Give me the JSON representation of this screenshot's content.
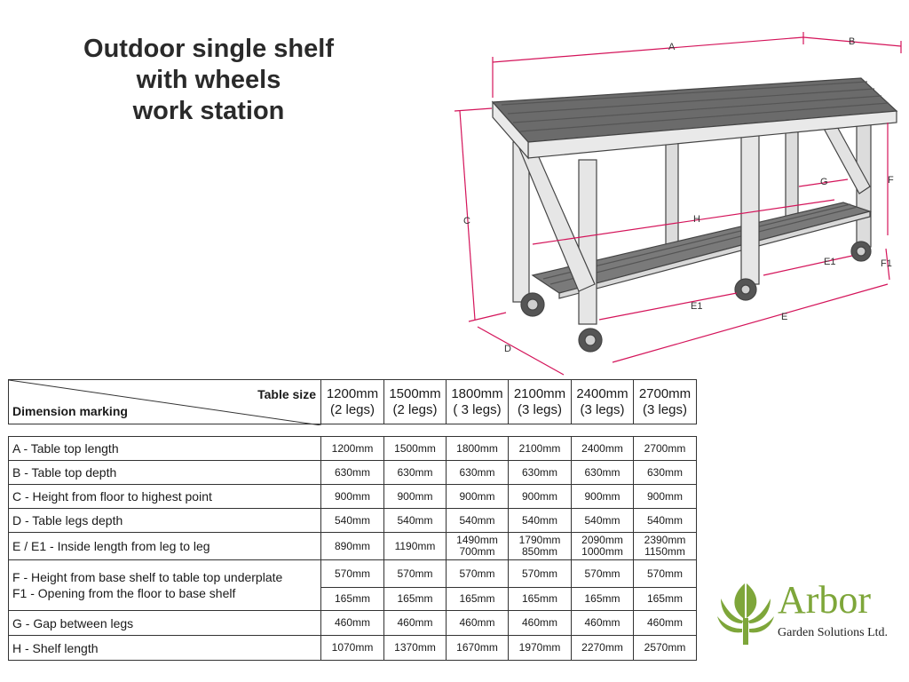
{
  "title_lines": [
    "Outdoor single shelf",
    "with wheels",
    "work station"
  ],
  "diagram_labels": {
    "a": "A",
    "b": "B",
    "c": "C",
    "d": "D",
    "e": "E",
    "e1_front": "E1",
    "e1_back": "E1",
    "f": "F",
    "f1": "F1",
    "g": "G",
    "h": "H"
  },
  "table": {
    "table_size_label": "Table size",
    "dimension_marking_label": "Dimension marking",
    "sizes": [
      {
        "length": "1200mm",
        "legs": "(2 legs)"
      },
      {
        "length": "1500mm",
        "legs": "(2 legs)"
      },
      {
        "length": "1800mm",
        "legs": "( 3 legs)"
      },
      {
        "length": "2100mm",
        "legs": "(3 legs)"
      },
      {
        "length": "2400mm",
        "legs": "(3 legs)"
      },
      {
        "length": "2700mm",
        "legs": "(3 legs)"
      }
    ],
    "rows": [
      {
        "label": "A - Table top length",
        "values": [
          "1200mm",
          "1500mm",
          "1800mm",
          "2100mm",
          "2400mm",
          "2700mm"
        ]
      },
      {
        "label": "B - Table top depth",
        "values": [
          "630mm",
          "630mm",
          "630mm",
          "630mm",
          "630mm",
          "630mm"
        ]
      },
      {
        "label": "C - Height from floor to highest point",
        "values": [
          "900mm",
          "900mm",
          "900mm",
          "900mm",
          "900mm",
          "900mm"
        ]
      },
      {
        "label": "D - Table legs depth",
        "values": [
          "540mm",
          "540mm",
          "540mm",
          "540mm",
          "540mm",
          "540mm"
        ]
      },
      {
        "label": "E / E1 - Inside length from leg to leg",
        "values": [
          "890mm",
          "1190mm",
          "1490mm",
          "1790mm",
          "2090mm",
          "2390mm"
        ],
        "values2": [
          "",
          "",
          "700mm",
          "850mm",
          "1000mm",
          "1150mm"
        ]
      },
      {
        "label": "F - Height from base shelf to table top underplate",
        "values": [
          "570mm",
          "570mm",
          "570mm",
          "570mm",
          "570mm",
          "570mm"
        ]
      },
      {
        "label": "F1 - Opening from the floor to base shelf",
        "values": [
          "165mm",
          "165mm",
          "165mm",
          "165mm",
          "165mm",
          "165mm"
        ]
      },
      {
        "label": "G - Gap between legs",
        "values": [
          "460mm",
          "460mm",
          "460mm",
          "460mm",
          "460mm",
          "460mm"
        ]
      },
      {
        "label": "H - Shelf length",
        "values": [
          "1070mm",
          "1370mm",
          "1670mm",
          "1970mm",
          "2270mm",
          "2570mm"
        ]
      }
    ]
  },
  "logo": {
    "name": "Arbor",
    "subtitle": "Garden Solutions Ltd."
  },
  "colors": {
    "dimension_line": "#d4145a",
    "wood_light": "#e9e9e9",
    "wood_dark": "#6b6b6b",
    "brand_green": "#7ea63a",
    "table_border": "#333333"
  }
}
